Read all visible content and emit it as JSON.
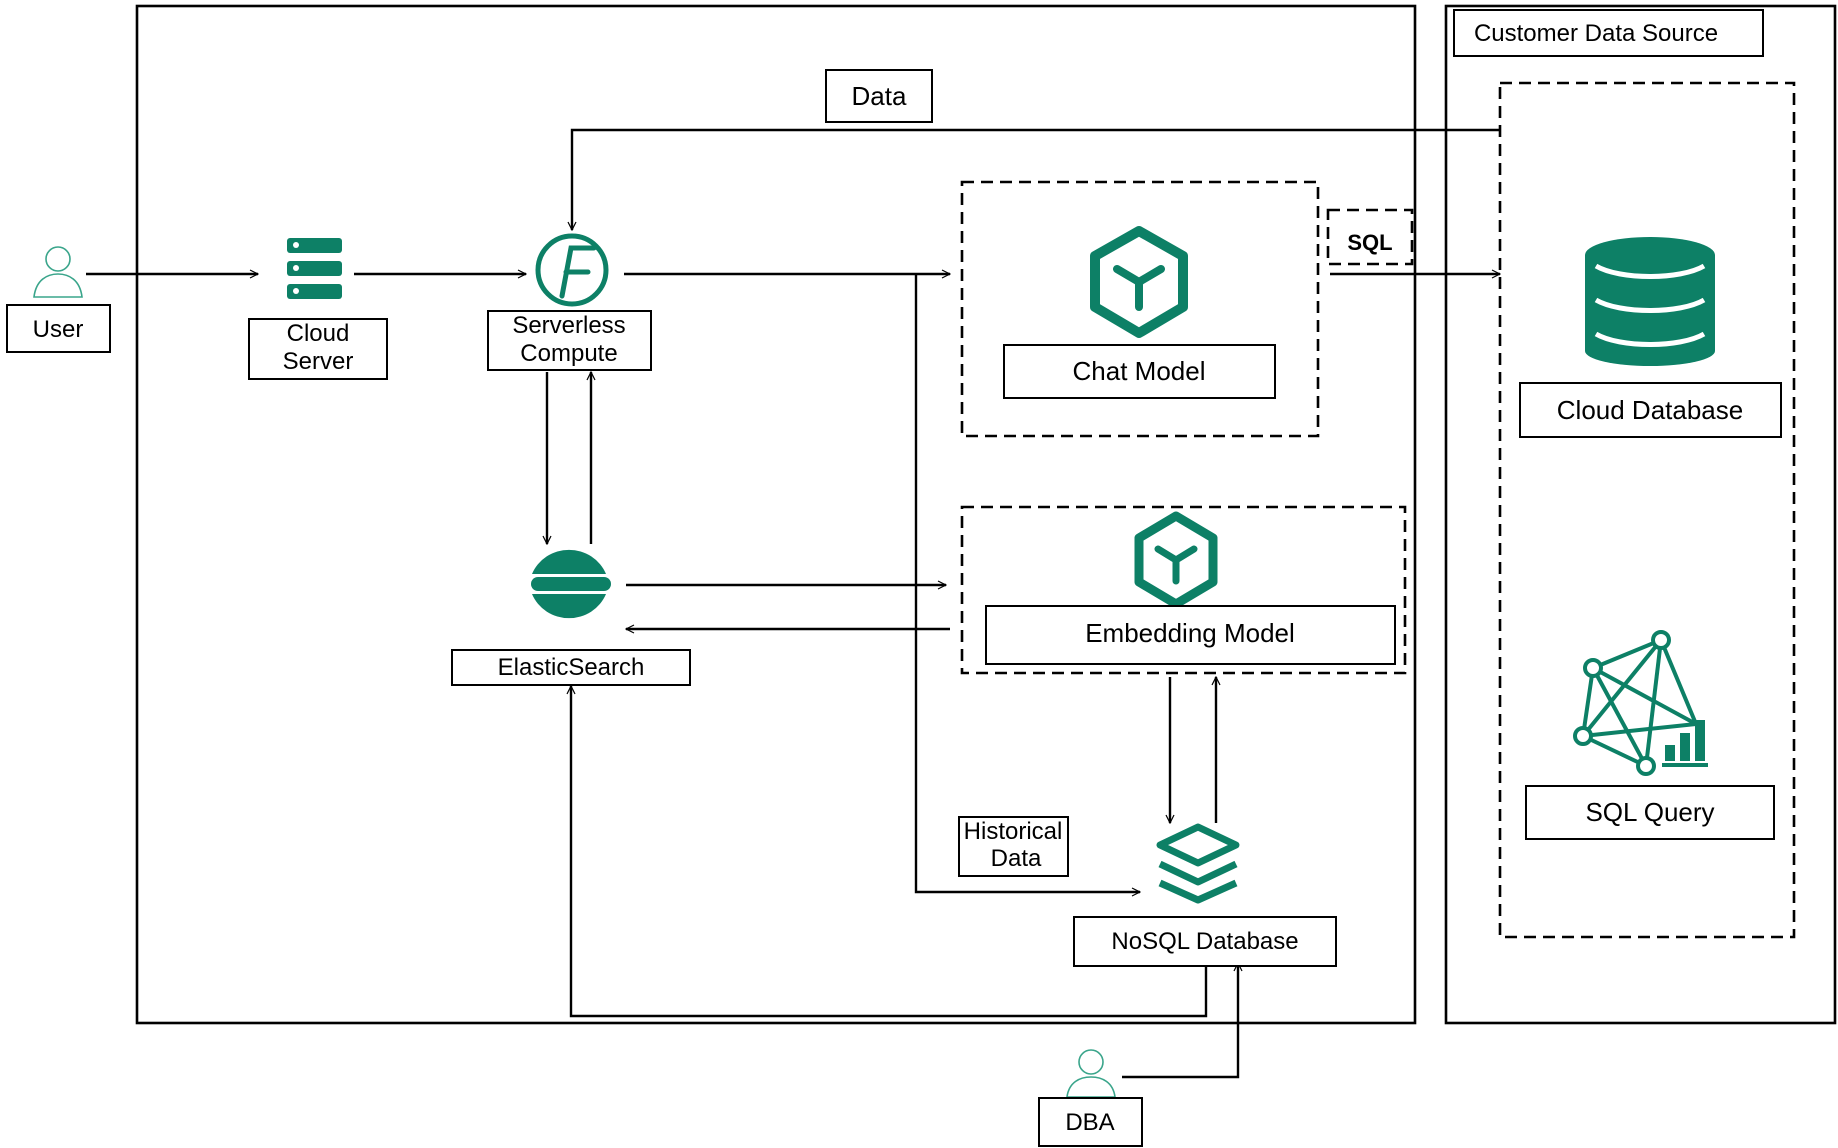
{
  "colors": {
    "accent": "#0d8066",
    "line": "#000000",
    "user_icon": "#3aa58b"
  },
  "labels": {
    "user": "User",
    "cloud_server_line1": "Cloud",
    "cloud_server_line2": "Server",
    "serverless_line1": "Serverless",
    "serverless_line2": "Compute",
    "data": "Data",
    "chat_model": "Chat Model",
    "sql": "SQL",
    "elasticsearch": "ElasticSearch",
    "embedding_model": "Embedding Model",
    "historical_line1": "Historical",
    "historical_line2": "Data",
    "nosql_database": "NoSQL Database",
    "dba": "DBA",
    "customer_data_source": "Customer Data Source",
    "cloud_database": "Cloud Database",
    "sql_query": "SQL Query"
  },
  "icons": {
    "user": "person-outline-icon",
    "cloud_server": "server-stack-icon",
    "serverless": "function-f-icon",
    "chat_model": "cube-model-icon",
    "elasticsearch": "elastic-e-icon",
    "embedding_model": "cube-model-icon",
    "nosql": "layers-stack-icon",
    "dba": "person-outline-icon",
    "cloud_database": "database-cylinder-icon",
    "sql_query": "network-graph-icon"
  }
}
